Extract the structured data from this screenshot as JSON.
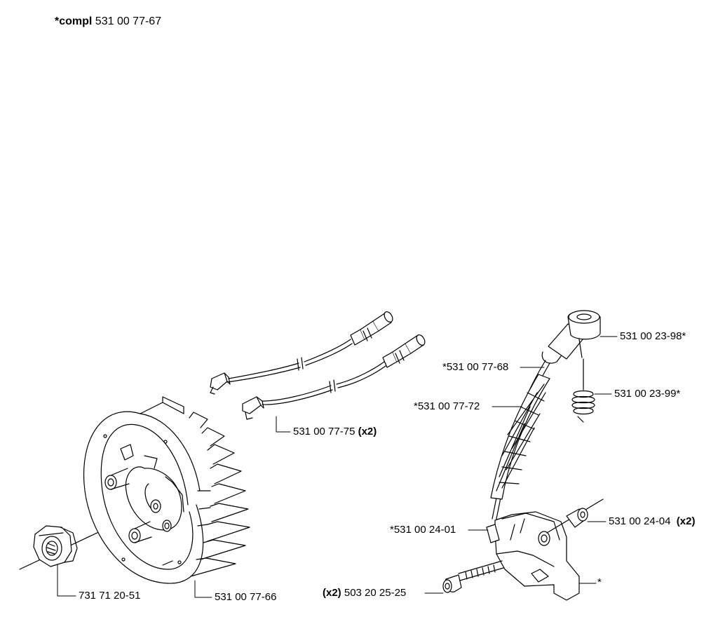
{
  "header": {
    "prefix": "*compl",
    "number": "531 00 77-67"
  },
  "parts": [
    {
      "id": "flywheel_nut",
      "prefix": "",
      "number": "731 71 20-51",
      "qty": ""
    },
    {
      "id": "flywheel",
      "prefix": "",
      "number": "531 00 77-66",
      "qty": ""
    },
    {
      "id": "ignition_lead",
      "prefix": "",
      "number": "531 00 77-75",
      "qty": "(x2)"
    },
    {
      "id": "spark_plug_cap",
      "prefix": "",
      "number": "531 00 23-98*",
      "qty": ""
    },
    {
      "id": "cap_spring",
      "prefix": "",
      "number": "531 00 23-99*",
      "qty": ""
    },
    {
      "id": "hv_lead",
      "prefix": "*",
      "number": "531 00 77-68",
      "qty": ""
    },
    {
      "id": "lead_sleeve",
      "prefix": "*",
      "number": "531 00 77-72",
      "qty": ""
    },
    {
      "id": "lead_terminal",
      "prefix": "*",
      "number": "531 00 24-01",
      "qty": ""
    },
    {
      "id": "spacer_sleeve",
      "prefix": "",
      "number": "531 00 24-04",
      "qty": "(x2)"
    },
    {
      "id": "coil_screw",
      "prefix": "(x2)",
      "number": "503 20 25-25",
      "qty": ""
    },
    {
      "id": "ignition_module",
      "prefix": "",
      "number": "*",
      "qty": ""
    }
  ]
}
